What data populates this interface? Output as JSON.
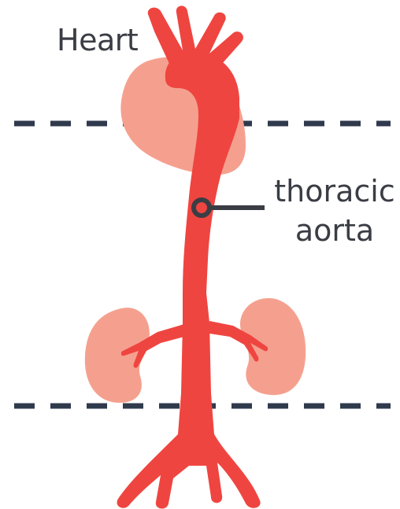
{
  "labels": {
    "heart": "Heart",
    "aorta_line1": "thoracic",
    "aorta_line2": "aorta"
  },
  "colors": {
    "aorta": "#ef4540",
    "organ": "#f5a08f",
    "dashed_line": "#2f3a4c",
    "pointer": "#3a3d44",
    "text": "#3a3d44"
  }
}
